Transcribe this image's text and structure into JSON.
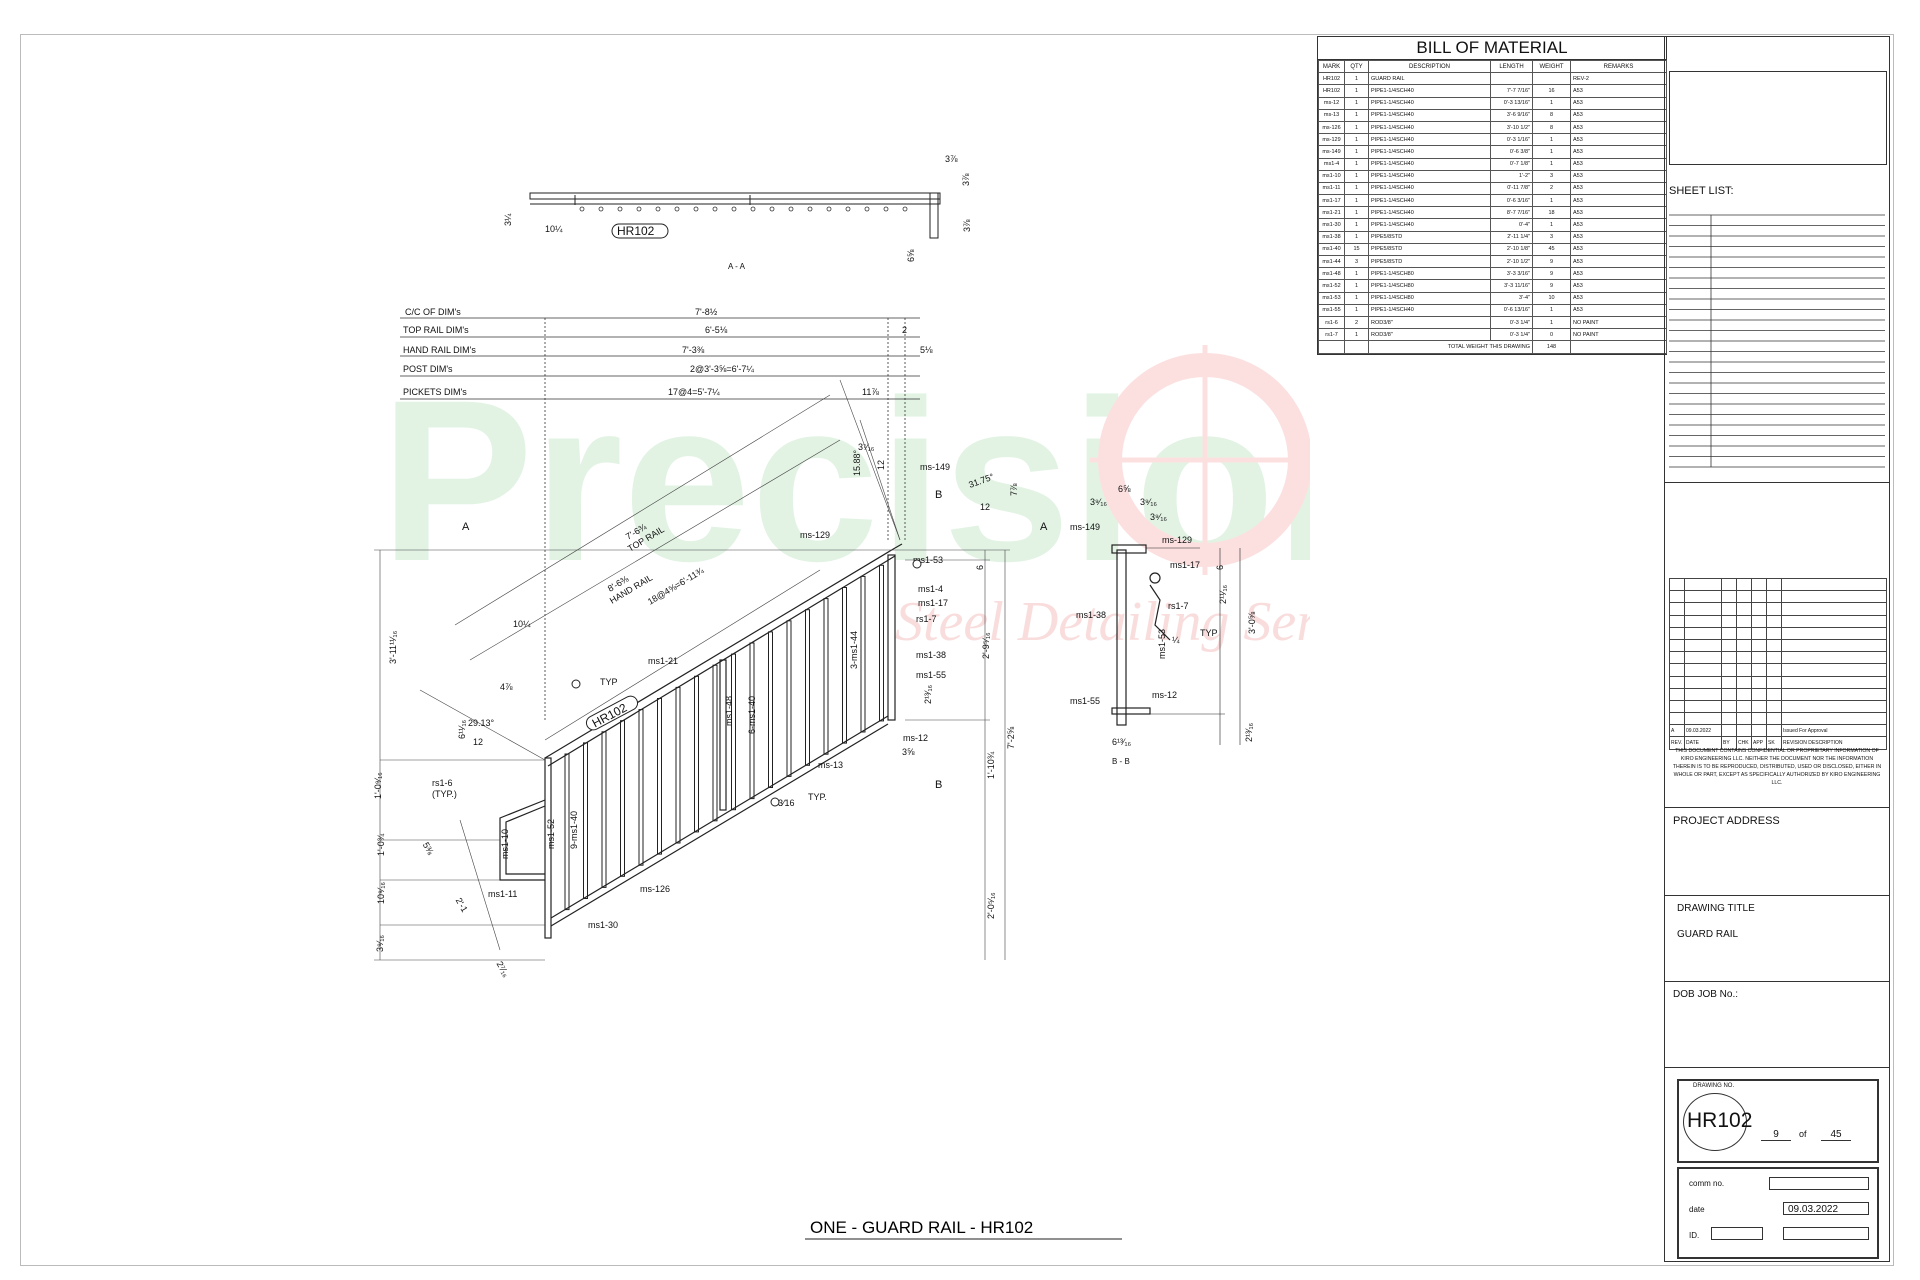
{
  "watermark": {
    "brand": "Precision",
    "tagline": "Steel Detailing Services"
  },
  "drawing": {
    "footer_title": "ONE - GUARD RAIL - HR102",
    "section_aa": "A - A",
    "section_bb": "B - B",
    "mark": "HR102",
    "dim_labels": {
      "cc": "C/C OF DIM's",
      "top": "TOP RAIL DIM's",
      "hand": "HAND RAIL DIM's",
      "post": "POST DIM's",
      "pickets": "PICKETS DIM's"
    },
    "dim_values": {
      "cc": "7'-8½",
      "top": "6'-5⅛",
      "top_end": "2",
      "hand": "7'-3⅜",
      "hand_end": "5⅛",
      "post": "2@3'-3⅝=6'-7¼",
      "pickets": "17@4=5'-7¼",
      "pickets_end": "11⅞"
    },
    "aa_dims": {
      "d1": "3¼",
      "d2": "10¼",
      "d3": "3⅞",
      "d4": "3⅞",
      "d5": "3⅞",
      "d6": "6⅝"
    },
    "elev_text": {
      "top_rail": "TOP RAIL",
      "top_rail_len": "7'-6¾",
      "hand_rail": "HAND RAIL",
      "hand_rail_len": "8'-6⅜",
      "hand_rail_sp": "18@4⅝=6'-11¾",
      "d10": "10¼",
      "d_411": "4⅞",
      "angle1": "29.13°",
      "angle2": "31.75°",
      "a1": "6¹¹⁄₁₆",
      "a2": "12",
      "a3": "12",
      "a4": "7⅞",
      "a5": "3⁷⁄₁₆",
      "a6": "15.88°",
      "a7": "12",
      "total_h": "3'-11¹¹⁄₁₆",
      "h1": "1'-0⁹⁄₁₆",
      "h2": "1'-0¾",
      "h3": "10⁹⁄₁₆",
      "h4": "3⁹⁄₁₆",
      "s1": "5⅜",
      "s2": "2'-1",
      "s3": "2⁷⁄₁₆",
      "rh1": "6",
      "rh2": "2'-9⁵⁄₁₆",
      "rh3": "2¹³⁄₁₆",
      "rh4": "3⅝",
      "rh5": "1'-10¾",
      "rh6": "2'-0⁵⁄₁₆",
      "rh7": "7'-2⅝",
      "typ": "TYP",
      "typ2": "TYP.",
      "rs16": "rs1-6",
      "rs16typ": "(TYP.)",
      "d316": "3⁄16",
      "ms149": "ms-149",
      "ms129": "ms-129",
      "ms153": "ms1-53",
      "ms14": "ms1-4",
      "ms117": "ms1-17",
      "rs17": "rs1-7",
      "ms138": "ms1-38",
      "ms155": "ms1-55",
      "ms12": "ms-12",
      "ms13": "ms-13",
      "ms126": "ms-126",
      "ms130": "ms1-30",
      "ms111": "ms1-11",
      "ms110": "ms1-10",
      "ms152": "ms1-52",
      "ms140a": "9-ms1-40",
      "ms121": "ms1-21",
      "ms148": "ms1-48",
      "ms140b": "6-ms1-40",
      "ms144": "3-ms1-44",
      "cut_a": "A",
      "cut_b": "B"
    },
    "bb_text": {
      "d1": "6⅝",
      "d2": "3⁹⁄₁₆",
      "d3": "3⁹⁄₁₆",
      "d4": "3⁹⁄₁₆",
      "d5": "6",
      "d6": "2¹¹⁄₁₆",
      "d7": "3'-0⅝",
      "d8": "¼",
      "d9": "6¹³⁄₁₆",
      "d10": "2¹³⁄₁₆",
      "ms149": "ms-149",
      "ms129": "ms-129",
      "ms117": "ms1-17",
      "rs17": "rs1-7",
      "ms138": "ms1-38",
      "ms153": "ms1-53",
      "ms155": "ms1-55",
      "ms12": "ms-12",
      "typ": "TYP"
    }
  },
  "bom": {
    "title": "BILL OF MATERIAL",
    "headers": [
      "MARK",
      "QTY",
      "DESCRIPTION",
      "LENGTH",
      "WEIGHT",
      "REMARKS"
    ],
    "rows": [
      [
        "HR102",
        "1",
        "GUARD RAIL",
        "",
        "",
        "REV-2"
      ],
      [
        "HR102",
        "1",
        "PIPE1-1/4SCH40",
        "7'-7 7/16\"",
        "16",
        "A53"
      ],
      [
        "ms-12",
        "1",
        "PIPE1-1/4SCH40",
        "0'-3 13/16\"",
        "1",
        "A53"
      ],
      [
        "ms-13",
        "1",
        "PIPE1-1/4SCH40",
        "3'-6 9/16\"",
        "8",
        "A53"
      ],
      [
        "ms-126",
        "1",
        "PIPE1-1/4SCH40",
        "3'-10 1/2\"",
        "8",
        "A53"
      ],
      [
        "ms-129",
        "1",
        "PIPE1-1/4SCH40",
        "0'-3 1/16\"",
        "1",
        "A53"
      ],
      [
        "ms-149",
        "1",
        "PIPE1-1/4SCH40",
        "0'-6 3/8\"",
        "1",
        "A53"
      ],
      [
        "ms1-4",
        "1",
        "PIPE1-1/4SCH40",
        "0'-7 1/8\"",
        "1",
        "A53"
      ],
      [
        "ms1-10",
        "1",
        "PIPE1-1/4SCH40",
        "1'-2\"",
        "3",
        "A53"
      ],
      [
        "ms1-11",
        "1",
        "PIPE1-1/4SCH40",
        "0'-11 7/8\"",
        "2",
        "A53"
      ],
      [
        "ms1-17",
        "1",
        "PIPE1-1/4SCH40",
        "0'-6 3/16\"",
        "1",
        "A53"
      ],
      [
        "ms1-21",
        "1",
        "PIPE1-1/4SCH40",
        "8'-7 7/16\"",
        "18",
        "A53"
      ],
      [
        "ms1-30",
        "1",
        "PIPE1-1/4SCH40",
        "0'-4\"",
        "1",
        "A53"
      ],
      [
        "ms1-38",
        "1",
        "PIPE5/8STD",
        "2'-11 1/4\"",
        "3",
        "A53"
      ],
      [
        "ms1-40",
        "15",
        "PIPE5/8STD",
        "2'-10 1/8\"",
        "45",
        "A53"
      ],
      [
        "ms1-44",
        "3",
        "PIPE5/8STD",
        "2'-10 1/2\"",
        "9",
        "A53"
      ],
      [
        "ms1-48",
        "1",
        "PIPE1-1/4SCH80",
        "3'-3 3/16\"",
        "9",
        "A53"
      ],
      [
        "ms1-52",
        "1",
        "PIPE1-1/4SCH80",
        "3'-3 11/16\"",
        "9",
        "A53"
      ],
      [
        "ms1-53",
        "1",
        "PIPE1-1/4SCH80",
        "3'-4\"",
        "10",
        "A53"
      ],
      [
        "ms1-55",
        "1",
        "PIPE1-1/4SCH40",
        "0'-6 13/16\"",
        "1",
        "A53"
      ],
      [
        "rs1-6",
        "2",
        "ROD3/8\"",
        "0'-3 1/4\"",
        "1",
        "NO PAINT"
      ],
      [
        "rs1-7",
        "1",
        "ROD3/8\"",
        "0'-3 1/4\"",
        "0",
        "NO PAINT"
      ]
    ],
    "total_label": "TOTAL WEIGHT THIS DRAWING",
    "total_value": "148"
  },
  "title_block": {
    "sheet_list": "SHEET LIST:",
    "rev_row": [
      "A",
      "09.03.2022",
      "",
      "",
      "",
      "",
      "Issued For Approval"
    ],
    "rev_headers": [
      "REV.",
      "DATE",
      "BY",
      "CHK",
      "APP",
      "SK",
      "REVISION DESCRIPTION"
    ],
    "notice": "THIS DOCUMENT CONTAINS CONFIDENTIAL OR PROPRIETARY INFORMATION OF KIRO ENGINEERING LLC. NEITHER THE DOCUMENT NOR THE INFORMATION THEREIN IS TO BE REPRODUCED, DISTRIBUTED, USED OR DISCLOSED, EITHER IN WHOLE OR PART, EXCEPT AS SPECIFICALLY AUTHORIZED BY KIRO ENGINEERING LLC.",
    "project_address": "PROJECT ADDRESS",
    "drawing_title_label": "DRAWING TITLE",
    "drawing_title": "GUARD RAIL",
    "dob_job": "DOB JOB No.:",
    "drawing_no_label": "DRAWING NO.",
    "drawing_no": "HR102",
    "sheet_num": "9",
    "of": "of",
    "sheet_total": "45",
    "comm_label": "comm  no.",
    "comm_value": "",
    "date_label": "date",
    "date_value": "09.03.2022",
    "id_label": "ID.",
    "id_value": ""
  }
}
